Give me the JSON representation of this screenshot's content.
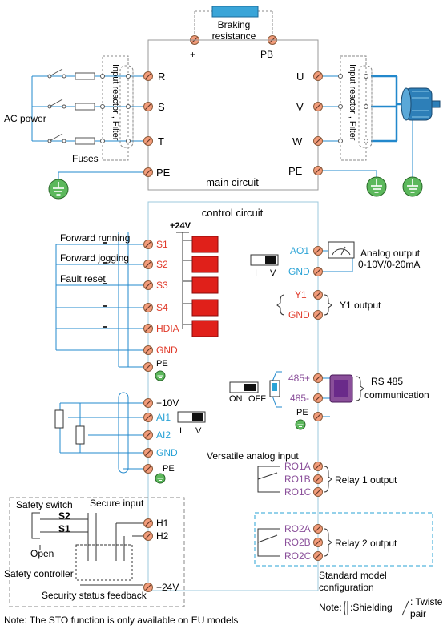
{
  "braking": {
    "title": "Braking",
    "subtitle": "resistance",
    "plus": "+",
    "pb": "PB"
  },
  "main": {
    "label": "main circuit",
    "input_terminals": [
      "R",
      "S",
      "T",
      "PE"
    ],
    "output_terminals": [
      "U",
      "V",
      "W",
      "PE"
    ],
    "ac_power": "AC power",
    "fuses": "Fuses",
    "reactor_in": "Input reactor , Filter",
    "reactor_out": "Input reactor , Filter"
  },
  "control": {
    "label": "control circuit",
    "plus24": "+24V",
    "inputs": [
      {
        "terminal": "S1",
        "label": "Forward running"
      },
      {
        "terminal": "S2",
        "label": "Forward jogging"
      },
      {
        "terminal": "S3",
        "label": "Fault reset"
      },
      {
        "terminal": "S4",
        "label": ""
      },
      {
        "terminal": "HDIA",
        "label": ""
      }
    ],
    "gnd": "GND",
    "pe": "PE"
  },
  "analog_input": {
    "terminals": [
      "+10V",
      "AI1",
      "AI2",
      "GND"
    ],
    "switch_i": "I",
    "switch_v": "V",
    "label": "Versatile analog input",
    "pe": "PE"
  },
  "analog_output": {
    "terminals": [
      "AO1",
      "GND"
    ],
    "switch_i": "I",
    "switch_v": "V",
    "label_line1": "Analog output",
    "label_line2": "0-10V/0-20mA"
  },
  "y1": {
    "terminals": [
      "Y1",
      "GND"
    ],
    "label": "Y1 output"
  },
  "rs485": {
    "terminals": [
      "485+",
      "485-"
    ],
    "pe": "PE",
    "on": "ON",
    "off": "OFF",
    "label_line1": "RS 485",
    "label_line2": "communication"
  },
  "relay1": {
    "terminals": [
      "RO1A",
      "RO1B",
      "RO1C"
    ],
    "label": "Relay 1 output"
  },
  "relay2": {
    "terminals": [
      "RO2A",
      "RO2B",
      "RO2C"
    ],
    "label": "Relay 2 output"
  },
  "standard": {
    "line1": "Standard model",
    "line2": "configuration"
  },
  "safety": {
    "switch": "Safety switch",
    "secure_input": "Secure input",
    "s2": "S2",
    "s1": "S1",
    "open": "Open",
    "controller": "Safety controller",
    "feedback": "Security status feedback",
    "terminals": [
      "H1",
      "H2",
      "+24V"
    ]
  },
  "legend": {
    "note": "Note:",
    "shielding": ":Shielding",
    "twisted1": ": Twisted",
    "twisted2": "pair"
  },
  "footnote": "Note: The STO function is only available on EU models",
  "colors": {
    "terminal": "#f08a6a",
    "red_text": "#e03a2a",
    "blue_text": "#2aa3d6",
    "purple_text": "#8a4f9a",
    "ground": "#4caf50",
    "red_block": "#e0201a",
    "wire": "#2288cc"
  }
}
